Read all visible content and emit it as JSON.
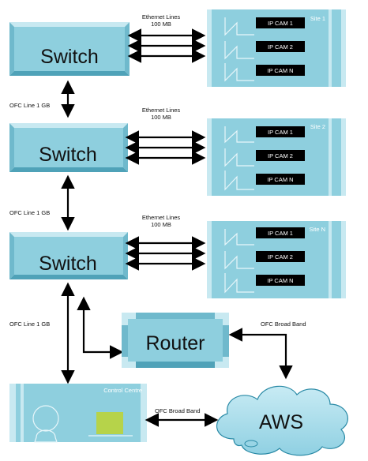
{
  "switches": [
    {
      "label": "Switch"
    },
    {
      "label": "Switch"
    },
    {
      "label": "Switch"
    }
  ],
  "ethernet": [
    {
      "line1": "Ethernet Lines",
      "line2": "100 MB"
    },
    {
      "line1": "Ethernet Lines",
      "line2": "100 MB"
    },
    {
      "line1": "Ethernet Lines",
      "line2": "100 MB"
    }
  ],
  "sites": [
    {
      "name": "Site 1",
      "cams": [
        "IP CAM 1",
        "IP CAM 2",
        "IP CAM N"
      ]
    },
    {
      "name": "Site 2",
      "cams": [
        "IP CAM 1",
        "IP CAM 2",
        "IP CAM N"
      ]
    },
    {
      "name": "Site N",
      "cams": [
        "IP CAM 1",
        "IP CAM 2",
        "IP CAM N"
      ]
    }
  ],
  "ofc_lines": [
    "OFC Line 1 GB",
    "OFC Line 1 GB",
    "OFC Line 1 GB"
  ],
  "router": {
    "label": "Router"
  },
  "broadband": [
    "OFC Broad Band",
    "OFC Broad Band"
  ],
  "control_centre": {
    "label": "Control Centre"
  },
  "cloud": {
    "label": "AWS"
  },
  "colors": {
    "box": "#8ecfde",
    "box_dark": "#5fb3c8",
    "light": "#c8e9f1",
    "cam_box": "#000000",
    "note": "#b6d34a"
  }
}
